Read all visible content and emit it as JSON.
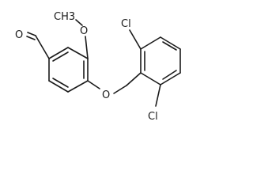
{
  "molecule": {
    "atom_labels": {
      "aldehyde_oxygen": "O",
      "methoxy_oxygen": "O",
      "methyl": "CH3",
      "ether_oxygen": "O",
      "chlorine_top": "Cl",
      "chlorine_bottom": "Cl"
    }
  },
  "colors": {
    "bond": "#1a1a1a",
    "background": "#ffffff"
  }
}
